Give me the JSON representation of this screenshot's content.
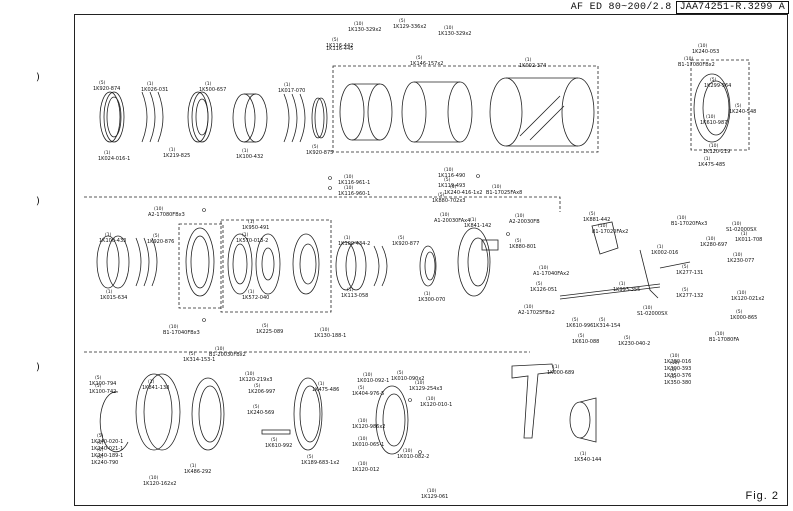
{
  "header": {
    "model": "AF ED 80~200/2.8",
    "doc_number": "JAA74251-R.3299 A"
  },
  "figure_label": "Fig. 2",
  "margin_marks": [
    ")",
    ")",
    ")"
  ],
  "parts": [
    {
      "code": "1K130-329x2",
      "qty": "(10)"
    },
    {
      "code": "1K129-336x2",
      "qty": "(5)"
    },
    {
      "code": "1K130-329x2",
      "qty": "(10)"
    },
    {
      "code": "1K116-442",
      "qty": "(5)"
    },
    {
      "code": "1K116-445",
      "qty": ""
    },
    {
      "code": "1K146-157x2",
      "qty": "(5)"
    },
    {
      "code": "1K002-374",
      "qty": "(1)"
    },
    {
      "code": "1K240-053",
      "qty": "(10)"
    },
    {
      "code": "B1-17080FBx2",
      "qty": "(10)"
    },
    {
      "code": "1K299-564",
      "qty": "(5)"
    },
    {
      "code": "1K240-548",
      "qty": "(5)"
    },
    {
      "code": "1K610-987",
      "qty": "(10)"
    },
    {
      "code": "1K120-219",
      "qty": "(10)"
    },
    {
      "code": "1K475-485",
      "qty": "(1)"
    },
    {
      "code": "1K920-874",
      "qty": "(5)"
    },
    {
      "code": "1K026-031",
      "qty": "(1)"
    },
    {
      "code": "1K500-657",
      "qty": "(1)"
    },
    {
      "code": "1K017-070",
      "qty": "(1)"
    },
    {
      "code": "1K024-016-1",
      "qty": "(1)"
    },
    {
      "code": "1K219-825",
      "qty": "(1)"
    },
    {
      "code": "1K100-432",
      "qty": "(1)"
    },
    {
      "code": "1K920-875",
      "qty": "(5)"
    },
    {
      "code": "1K116-961-1",
      "qty": "(10)"
    },
    {
      "code": "1K116-960-1",
      "qty": "(10)"
    },
    {
      "code": "1K116-490",
      "qty": "(10)"
    },
    {
      "code": "1K119-493",
      "qty": "(5)"
    },
    {
      "code": "1K240-416-1x2",
      "qty": "(5)"
    },
    {
      "code": "1K880-702x3",
      "qty": "(5)"
    },
    {
      "code": "B1-17025FAx8",
      "qty": "(10)"
    },
    {
      "code": "A2-17080FBx3",
      "qty": "(10)"
    },
    {
      "code": "1K950-491",
      "qty": "(1)"
    },
    {
      "code": "1K100-433",
      "qty": "(1)"
    },
    {
      "code": "1K920-876",
      "qty": "(5)"
    },
    {
      "code": "1K570-013-2",
      "qty": "(1)"
    },
    {
      "code": "1K100-434-2",
      "qty": "(1)"
    },
    {
      "code": "1K920-877",
      "qty": "(5)"
    },
    {
      "code": "A1-20030FAx4",
      "qty": "(10)"
    },
    {
      "code": "A2-20030FB",
      "qty": "(10)"
    },
    {
      "code": "1K841-142",
      "qty": "(1)"
    },
    {
      "code": "1K880-801",
      "qty": "(5)"
    },
    {
      "code": "A1-17040FAx2",
      "qty": "(10)"
    },
    {
      "code": "1K881-442",
      "qty": "(5)"
    },
    {
      "code": "B1-17020FAx2",
      "qty": "(10)"
    },
    {
      "code": "B1-17020FAx3",
      "qty": "(10)"
    },
    {
      "code": "1K280-697",
      "qty": "(10)"
    },
    {
      "code": "S1-02000SX",
      "qty": "(10)"
    },
    {
      "code": "1K011-708",
      "qty": "(1)"
    },
    {
      "code": "1K230-077",
      "qty": "(10)"
    },
    {
      "code": "1K002-016",
      "qty": "(1)"
    },
    {
      "code": "1K277-131",
      "qty": "(5)"
    },
    {
      "code": "1K277-132",
      "qty": "(5)"
    },
    {
      "code": "1K120-021x2",
      "qty": "(10)"
    },
    {
      "code": "1K015-634",
      "qty": "(1)"
    },
    {
      "code": "1K572-040",
      "qty": "(1)"
    },
    {
      "code": "1K113-058",
      "qty": "(1)"
    },
    {
      "code": "1K300-070",
      "qty": "(1)"
    },
    {
      "code": "1K126-051",
      "qty": "(5)"
    },
    {
      "code": "1K993-355",
      "qty": "(1)"
    },
    {
      "code": "B1-17040FBx3",
      "qty": "(10)"
    },
    {
      "code": "1K225-089",
      "qty": "(5)"
    },
    {
      "code": "1K130-188-1",
      "qty": "(10)"
    },
    {
      "code": "A2-17025FBx2",
      "qty": "(10)"
    },
    {
      "code": "1K610-996",
      "qty": "(5)"
    },
    {
      "code": "1K314-154",
      "qty": "(5)"
    },
    {
      "code": "S1-02000SX",
      "qty": "(10)"
    },
    {
      "code": "1K610-088",
      "qty": "(5)"
    },
    {
      "code": "1K230-040-2",
      "qty": "(5)"
    },
    {
      "code": "1K000-865",
      "qty": "(5)"
    },
    {
      "code": "B1-17080FA",
      "qty": "(10)"
    },
    {
      "code": "1K314-153-1",
      "qty": "(5)"
    },
    {
      "code": "B1-20030FBx2",
      "qty": "(10)"
    },
    {
      "code": "1K100-794",
      "qty": "(5)"
    },
    {
      "code": "1K100-742",
      "qty": "(5)"
    },
    {
      "code": "1K841-138",
      "qty": "(1)"
    },
    {
      "code": "1K120-219x3",
      "qty": "(10)"
    },
    {
      "code": "1K206-997",
      "qty": "(5)"
    },
    {
      "code": "1K240-569",
      "qty": "(5)"
    },
    {
      "code": "1K475-486",
      "qty": "(1)"
    },
    {
      "code": "1K010-092-1",
      "qty": "(10)"
    },
    {
      "code": "1K404-976-5",
      "qty": "(5)"
    },
    {
      "code": "1K010-090x2",
      "qty": "(5)"
    },
    {
      "code": "1K129-254x3",
      "qty": "(10)"
    },
    {
      "code": "1K120-010-1",
      "qty": "(10)"
    },
    {
      "code": "1K000-689",
      "qty": "(1)"
    },
    {
      "code": "1K280-016",
      "qty": "(10)"
    },
    {
      "code": "1K300-393",
      "qty": "(10)"
    },
    {
      "code": "1K350-376",
      "qty": "(5)"
    },
    {
      "code": "1K350-380",
      "qty": "(5)"
    },
    {
      "code": "1K240-020-1",
      "qty": "(5)"
    },
    {
      "code": "1K240-021-1",
      "qty": "(5)"
    },
    {
      "code": "1K240-189-1",
      "qty": "(5)"
    },
    {
      "code": "1K240-790",
      "qty": "(5)"
    },
    {
      "code": "1K486-292",
      "qty": "(1)"
    },
    {
      "code": "1K120-162x2",
      "qty": "(10)"
    },
    {
      "code": "1K610-992",
      "qty": "(5)"
    },
    {
      "code": "1K189-683-1x2",
      "qty": "(5)"
    },
    {
      "code": "1K120-986x2",
      "qty": "(10)"
    },
    {
      "code": "1K010-065-1",
      "qty": "(10)"
    },
    {
      "code": "1K120-012",
      "qty": "(10)"
    },
    {
      "code": "1K010-082-2",
      "qty": "(10)"
    },
    {
      "code": "1K129-061",
      "qty": "(10)"
    },
    {
      "code": "1K540-144",
      "qty": "(1)"
    }
  ]
}
